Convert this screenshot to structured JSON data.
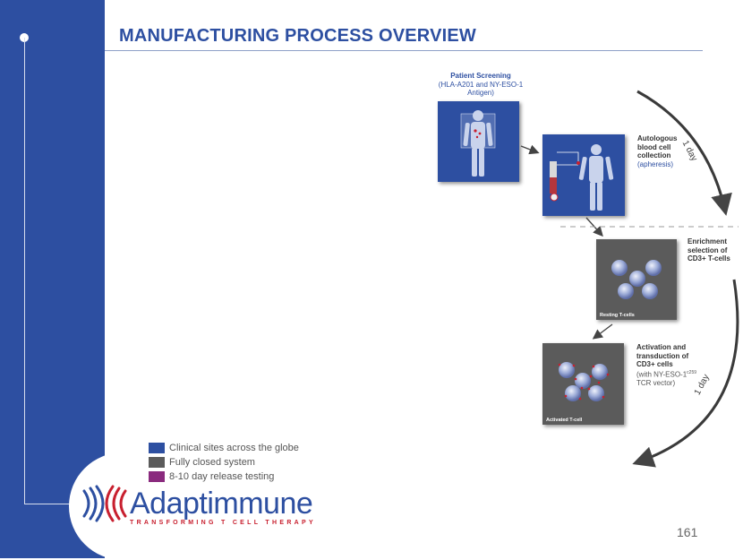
{
  "header": {
    "title": "MANUFACTURING PROCESS OVERVIEW"
  },
  "page_number": "161",
  "brand": {
    "name": "Adaptimmune",
    "tagline": "TRANSFORMING T CELL THERAPY"
  },
  "legend": [
    {
      "label": "Clinical sites across the globe",
      "color": "#2d4fa1"
    },
    {
      "label": "Fully closed system",
      "color": "#5b5b5b"
    },
    {
      "label": "8-10 day release testing",
      "color": "#8a2a7e"
    }
  ],
  "steps": {
    "screening": {
      "title": "Patient Screening",
      "subtitle": [
        "(HLA-A201 and NY-ESO-1",
        "Antigen)"
      ]
    },
    "collection": {
      "title": [
        "Autologous",
        "blood cell",
        "collection"
      ],
      "subtitle": "(apheresis)"
    },
    "enrichment": {
      "title": [
        "Enrichment",
        "selection of",
        "CD3+ T-cells"
      ],
      "caption": "Resting T-cells"
    },
    "activation": {
      "title": [
        "Activation and",
        "transduction of",
        "CD3+ cells"
      ],
      "subtitle": [
        "(with NY-ESO-1",
        "TCR vector)"
      ],
      "superscript": "c259",
      "caption": "Activated T-cell"
    }
  },
  "timeline": {
    "day_label_1": "1 day",
    "day_label_2": "1 day"
  },
  "colors": {
    "brand_blue": "#2d4fa1",
    "brand_red": "#c8202f",
    "panel_grey": "#5b5b5b",
    "release_purple": "#8a2a7e"
  }
}
